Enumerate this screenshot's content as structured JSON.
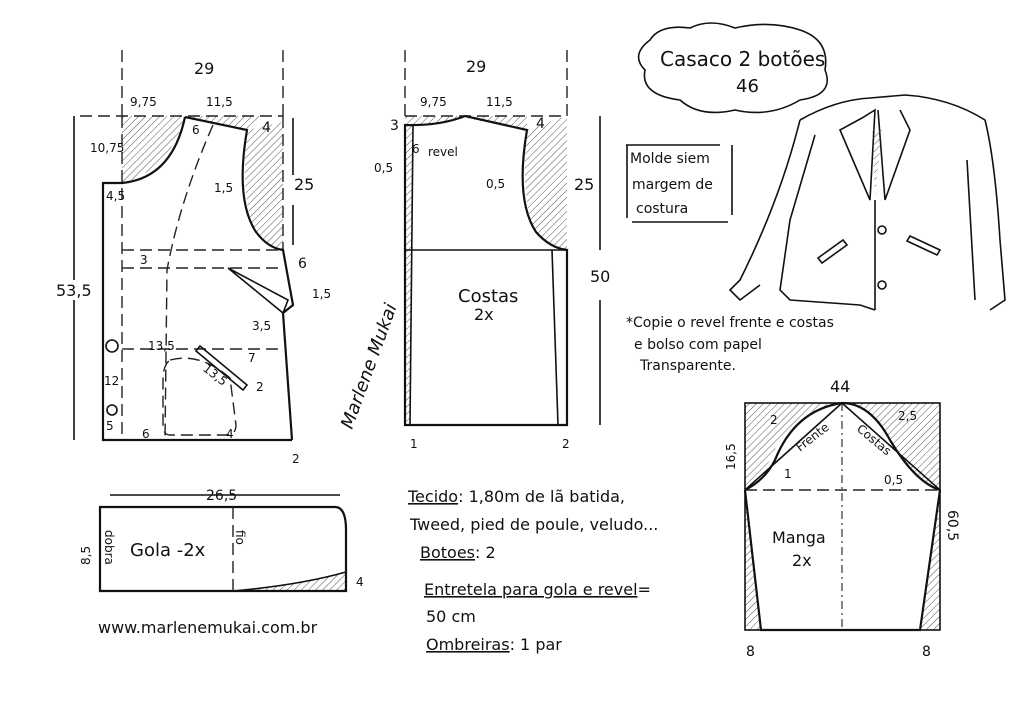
{
  "title": "Casaco 2 botões",
  "size": "46",
  "note_box": [
    "Molde siem",
    "margem de",
    "costura"
  ],
  "copy_note": [
    "*Copie o revel frente e costas",
    "e bolso com papel",
    "Transparente."
  ],
  "front": {
    "width": "29",
    "neck_width": "9,75",
    "shoulder": "11,5",
    "neck_depth": "10,75",
    "extension": "4,5",
    "shoulder_drop": "4",
    "dart_6": "6",
    "armhole_in": "1,5",
    "armhole_depth": "25",
    "length": "53,5",
    "waist_gap": "3",
    "side_6": "6",
    "side_15": "1,5",
    "dart_35": "3,5",
    "pocket_pos": "13,5",
    "pocket_len": "13,5",
    "pocket_7": "7",
    "pocket_2": "2",
    "button_gap": "12",
    "hem_5": "5",
    "hem_6": "6",
    "hem_4": "4",
    "hem_2": "2"
  },
  "signature": "Marlene Mukai",
  "back": {
    "width": "29",
    "neck_width": "9,75",
    "shoulder": "11,5",
    "neck_3": "3",
    "shoulder_drop": "4",
    "revel_6": "6",
    "revel_label": "revel",
    "left_05": "0,5",
    "armhole_05": "0,5",
    "armhole_depth": "25",
    "length": "50",
    "label": "Costas",
    "count": "2x",
    "hem_left": "1",
    "hem_right": "2"
  },
  "collar": {
    "width": "26,5",
    "height": "8,5",
    "label": "Gola -2x",
    "fold": "dobra",
    "grain": "fio",
    "end_4": "4"
  },
  "website": "www.marlenemukai.com.br",
  "materials": {
    "fabric_label": "Tecido",
    "fabric_line1": ": 1,80m de lã batida,",
    "fabric_line2": "Tweed, pied de poule, veludo...",
    "buttons_label": "Botoes",
    "buttons_value": ": 2",
    "interfacing_label": "Entretela para gola e revel",
    "interfacing_value": "=",
    "interfacing_amount": "50 cm",
    "pads_label": "Ombreiras",
    "pads_value": ": 1 par"
  },
  "sleeve": {
    "width": "44",
    "cap_height": "16,5",
    "length": "60,5",
    "label": "Manga",
    "count": "2x",
    "front_label": "Frente",
    "back_label": "Costas",
    "front_2": "2",
    "front_1": "1",
    "back_25": "2,5",
    "back_05": "0,5",
    "hem_left": "8",
    "hem_right": "8"
  }
}
